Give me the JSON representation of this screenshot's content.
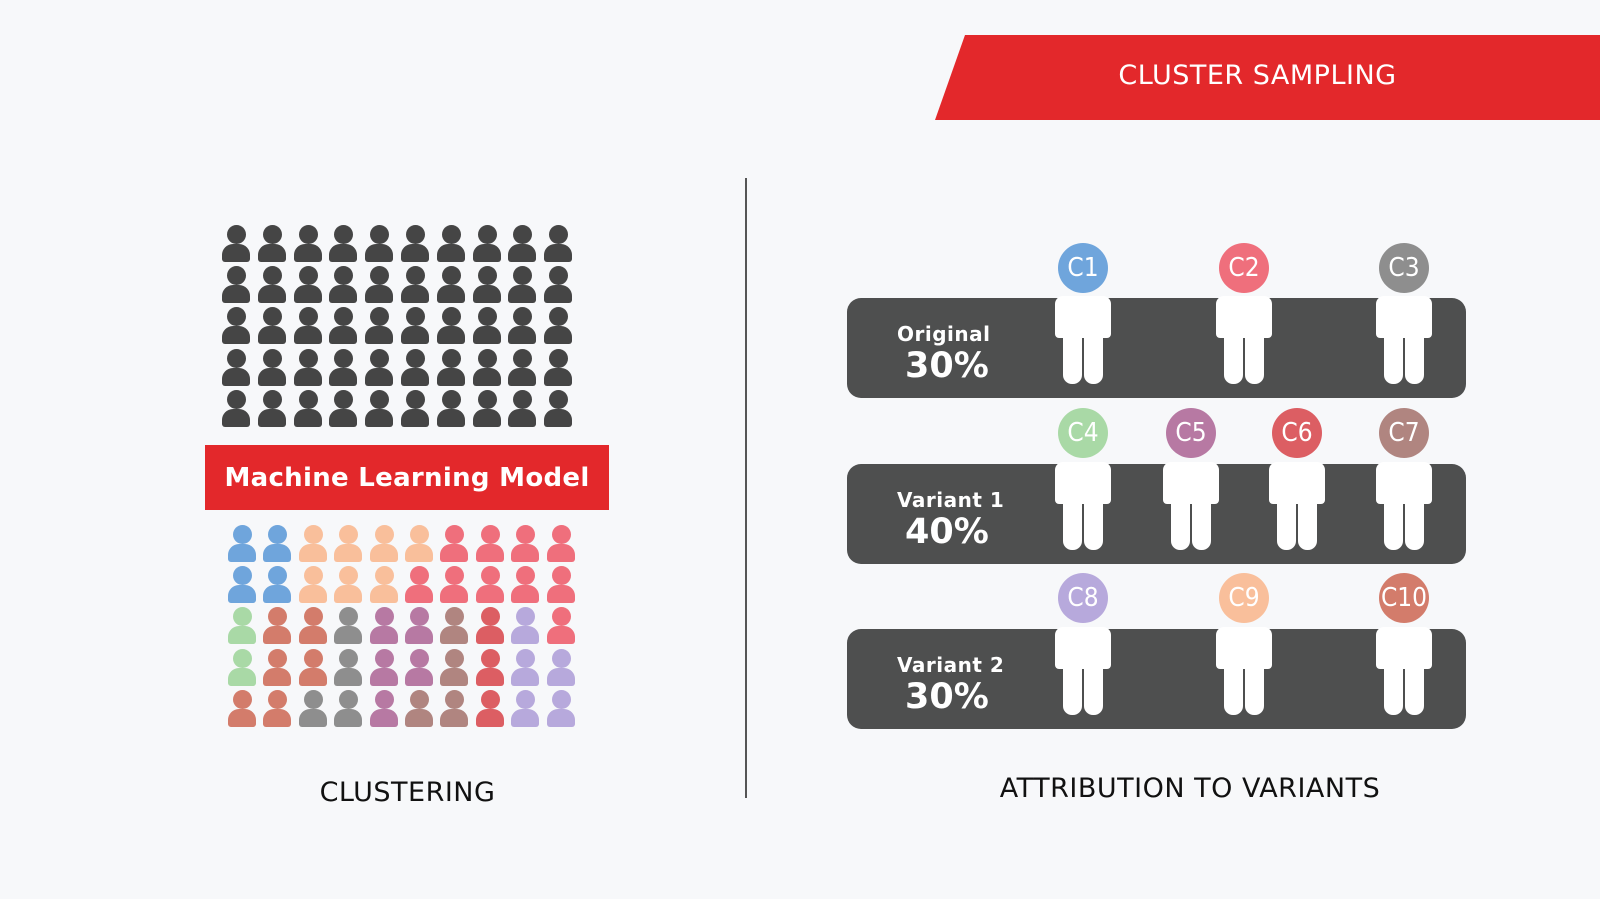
{
  "header": {
    "title": "CLUSTER SAMPLING"
  },
  "left": {
    "model_label": "Machine Learning Model",
    "caption": "CLUSTERING",
    "crowd_color": "#454545",
    "cluster_grid": [
      [
        "#6fa5dc",
        "#6fa5dc",
        "#f9bf9b",
        "#f9bf9b",
        "#f9bf9b",
        "#f9bf9b",
        "#ef6f7c",
        "#ef6f7c",
        "#ef6f7c",
        "#ef6f7c"
      ],
      [
        "#6fa5dc",
        "#6fa5dc",
        "#f9bf9b",
        "#f9bf9b",
        "#f9bf9b",
        "#ef6f7c",
        "#ef6f7c",
        "#ef6f7c",
        "#ef6f7c",
        "#ef6f7c"
      ],
      [
        "#a9d9a6",
        "#d37c6b",
        "#d37c6b",
        "#8e8e8e",
        "#b779a3",
        "#b779a3",
        "#b08580",
        "#dc5e63",
        "#b7a9dc",
        "#ef6f7c"
      ],
      [
        "#a9d9a6",
        "#d37c6b",
        "#d37c6b",
        "#8e8e8e",
        "#b779a3",
        "#b779a3",
        "#b08580",
        "#dc5e63",
        "#b7a9dc",
        "#b7a9dc"
      ],
      [
        "#d37c6b",
        "#d37c6b",
        "#8e8e8e",
        "#8e8e8e",
        "#b779a3",
        "#b08580",
        "#b08580",
        "#dc5e63",
        "#b7a9dc",
        "#b7a9dc"
      ]
    ]
  },
  "right": {
    "caption": "ATTRIBUTION TO VARIANTS",
    "variants": [
      {
        "label": "Original",
        "percent": "30%",
        "clusters": [
          {
            "id": "C1",
            "color": "#6fa5dc"
          },
          {
            "id": "C2",
            "color": "#ef6f7c"
          },
          {
            "id": "C3",
            "color": "#8e8e8e"
          }
        ]
      },
      {
        "label": "Variant 1",
        "percent": "40%",
        "clusters": [
          {
            "id": "C4",
            "color": "#a9d9a6"
          },
          {
            "id": "C5",
            "color": "#b779a3"
          },
          {
            "id": "C6",
            "color": "#dc5e63"
          },
          {
            "id": "C7",
            "color": "#b08580"
          }
        ]
      },
      {
        "label": "Variant 2",
        "percent": "30%",
        "clusters": [
          {
            "id": "C8",
            "color": "#b7a9dc"
          },
          {
            "id": "C9",
            "color": "#f9bf9b"
          },
          {
            "id": "C10",
            "color": "#d37c6b"
          }
        ]
      }
    ]
  },
  "colors": {
    "accent": "#e3282b",
    "bar": "#4e4f4f",
    "background": "#f7f8fa"
  }
}
